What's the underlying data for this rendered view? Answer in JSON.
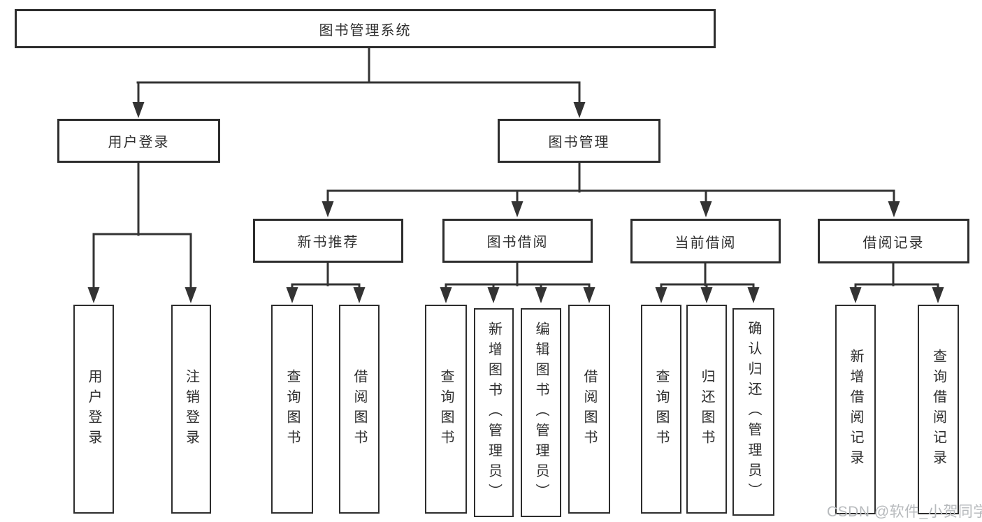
{
  "tree": {
    "root": {
      "label": "图书管理系统"
    },
    "branches": [
      {
        "label": "用户登录",
        "children": [
          {
            "label": "用户登录"
          },
          {
            "label": "注销登录"
          }
        ]
      },
      {
        "label": "图书管理",
        "groups": [
          {
            "label": "新书推荐",
            "children": [
              {
                "label": "查询图书"
              },
              {
                "label": "借阅图书"
              }
            ]
          },
          {
            "label": "图书借阅",
            "children": [
              {
                "label": "查询图书"
              },
              {
                "label": "新增图书（管理员）"
              },
              {
                "label": "编辑图书（管理员）"
              },
              {
                "label": "借阅图书"
              }
            ]
          },
          {
            "label": "当前借阅",
            "children": [
              {
                "label": "查询图书"
              },
              {
                "label": "归还图书"
              },
              {
                "label": "确认归还（管理员）"
              }
            ]
          },
          {
            "label": "借阅记录",
            "children": [
              {
                "label": "新增借阅记录"
              },
              {
                "label": "查询借阅记录"
              }
            ]
          }
        ]
      }
    ]
  },
  "watermark": {
    "text": "CSDN @软件_小贺同学"
  },
  "colors": {
    "line": "#333333",
    "box_border": "#2d2d2d",
    "text": "#2f2f2f",
    "watermark": "#b7babd",
    "background": "#ffffff"
  }
}
